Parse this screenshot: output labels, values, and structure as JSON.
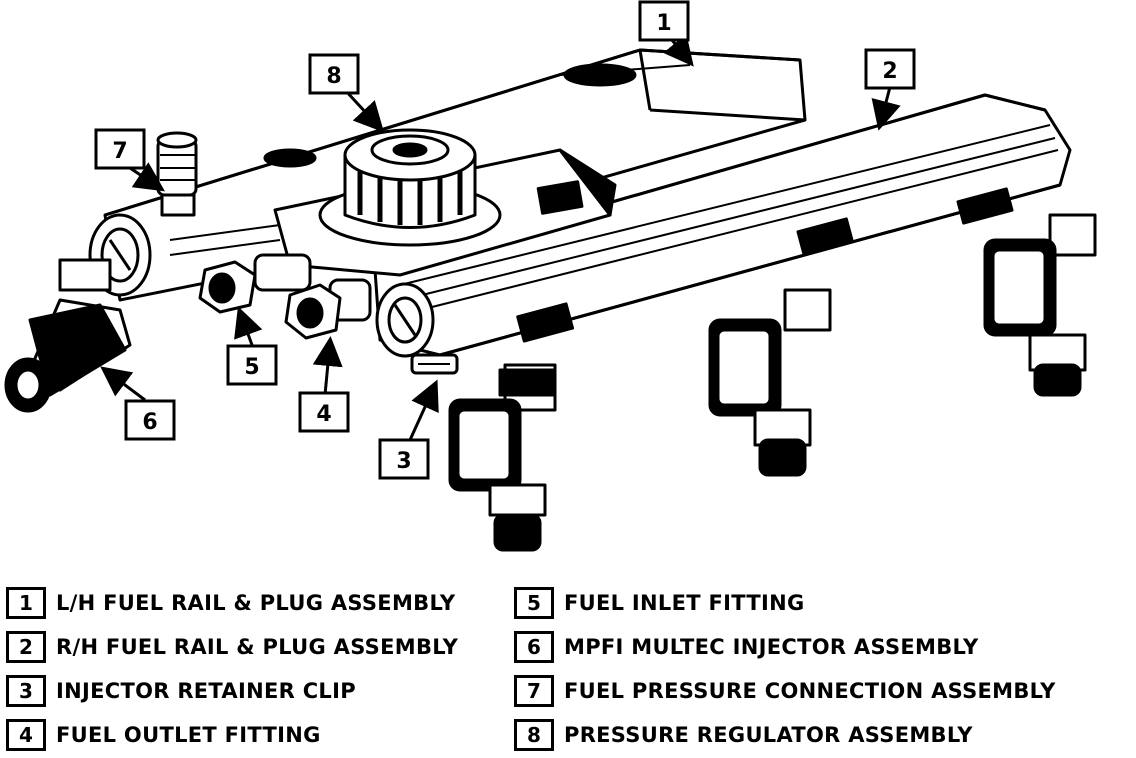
{
  "callouts": [
    {
      "num": "1"
    },
    {
      "num": "2"
    },
    {
      "num": "3"
    },
    {
      "num": "4"
    },
    {
      "num": "5"
    },
    {
      "num": "6"
    },
    {
      "num": "7"
    },
    {
      "num": "8"
    }
  ],
  "legend": {
    "left": [
      {
        "num": "1",
        "label": "L/H FUEL RAIL & PLUG ASSEMBLY"
      },
      {
        "num": "2",
        "label": "R/H FUEL RAIL & PLUG ASSEMBLY"
      },
      {
        "num": "3",
        "label": "INJECTOR RETAINER CLIP"
      },
      {
        "num": "4",
        "label": "FUEL OUTLET FITTING"
      }
    ],
    "right": [
      {
        "num": "5",
        "label": "FUEL INLET FITTING"
      },
      {
        "num": "6",
        "label": "MPFI MULTEC INJECTOR ASSEMBLY"
      },
      {
        "num": "7",
        "label": "FUEL PRESSURE CONNECTION ASSEMBLY"
      },
      {
        "num": "8",
        "label": "PRESSURE REGULATOR ASSEMBLY"
      }
    ]
  }
}
